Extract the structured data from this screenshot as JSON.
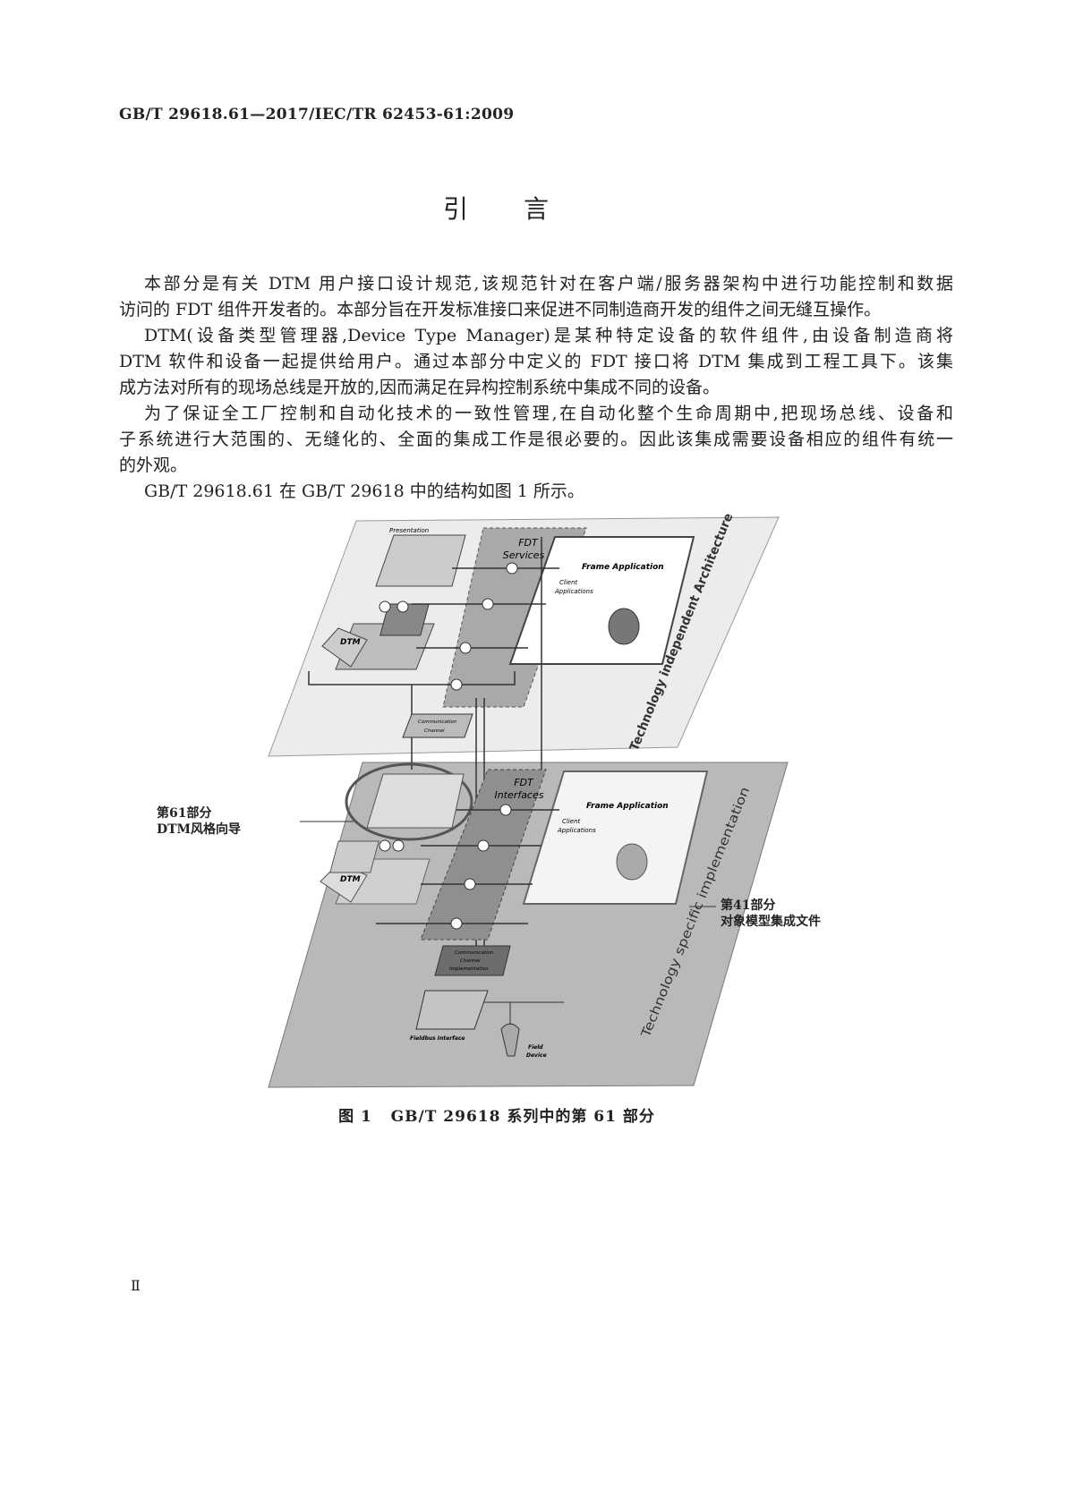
{
  "header": "GB/T 29618.61—2017/IEC/TR 62453-61:2009",
  "title": [
    "引",
    "言"
  ],
  "paragraphs": [
    {
      "lines": [
        "本部分是有关 DTM 用户接口设计规范,该规范针对在客户端/服务器架构中进行功能控制和数据",
        "访问的 FDT 组件开发者的。本部分旨在开发标准接口来促进不同制造商开发的组件之间无缝互操作。"
      ]
    },
    {
      "lines": [
        "DTM(设备类型管理器,Device Type Manager)是某种特定设备的软件组件,由设备制造商将",
        "DTM 软件和设备一起提供给用户。通过本部分中定义的 FDT 接口将 DTM 集成到工程工具下。该集",
        "成方法对所有的现场总线是开放的,因而满足在异构控制系统中集成不同的设备。"
      ]
    },
    {
      "lines": [
        "为了保证全工厂控制和自动化技术的一致性管理,在自动化整个生命周期中,把现场总线、设备和",
        "子系统进行大范围的、无缝化的、全面的集成工作是很必要的。因此该集成需要设备相应的组件有统一",
        "的外观。"
      ]
    },
    {
      "lines": [
        "GB/T 29618.61 在 GB/T 29618 中的结构如图 1 所示。"
      ]
    }
  ],
  "figure": {
    "upper": {
      "presentation": "Presentation",
      "fdt_services": [
        "FDT",
        "Services"
      ],
      "frame_app": "Frame Application",
      "client_apps": [
        "Client",
        "Applications"
      ],
      "dtm": "DTM",
      "comm_channel": [
        "Communication",
        "Channel"
      ],
      "plane_label": "Technology independent Architecture"
    },
    "lower": {
      "fdt_interfaces": [
        "FDT",
        "Interfaces"
      ],
      "frame_app": "Frame Application",
      "client_apps": [
        "Client",
        "Applications"
      ],
      "dtm": "DTM",
      "comm_channel": [
        "Communication",
        "Channel",
        "Implementation"
      ],
      "fieldbus": "Fieldbus Interface",
      "field_device": [
        "Field",
        "Device"
      ],
      "plane_label": "Technology specific implementation"
    },
    "callout_left": [
      "第61部分",
      "DTM风格向导"
    ],
    "callout_right": [
      "第41部分",
      "对象模型集成文件"
    ],
    "caption": "图 1   GB/T 29618 系列中的第 61 部分"
  },
  "page_number": "Ⅱ"
}
